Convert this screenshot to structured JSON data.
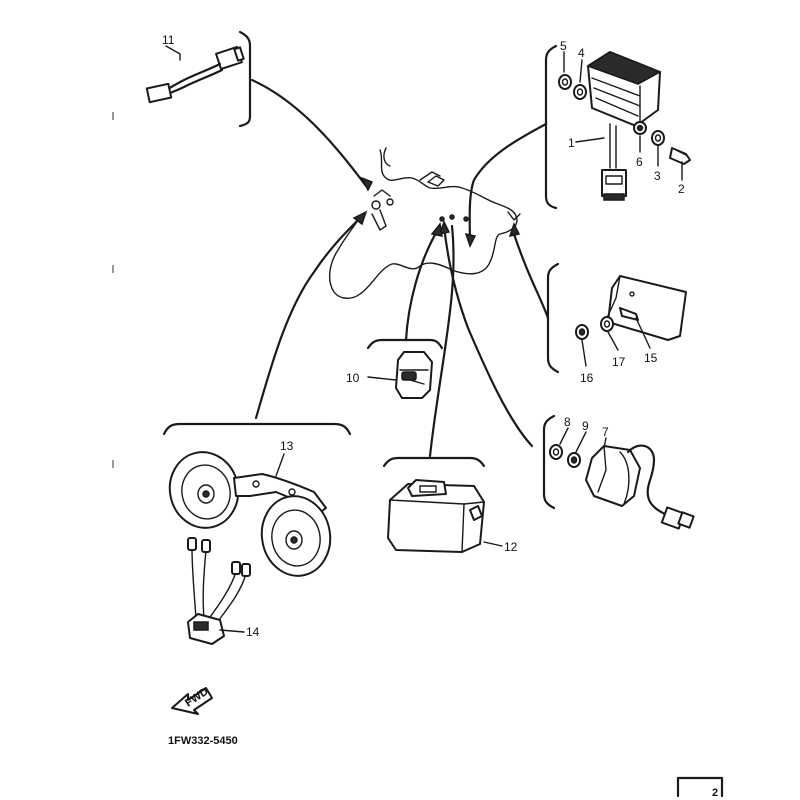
{
  "parts": [
    {
      "no": "1"
    },
    {
      "no": "2"
    },
    {
      "no": "3"
    },
    {
      "no": "4"
    },
    {
      "no": "5"
    },
    {
      "no": "6"
    },
    {
      "no": "7"
    },
    {
      "no": "8"
    },
    {
      "no": "9"
    },
    {
      "no": "10"
    },
    {
      "no": "11"
    },
    {
      "no": "12"
    },
    {
      "no": "13"
    },
    {
      "no": "14"
    },
    {
      "no": "15"
    },
    {
      "no": "16"
    },
    {
      "no": "17"
    }
  ],
  "diagram_code": "1FW332-5450",
  "front_arrow_label": "FWD",
  "page_box_label": "2"
}
